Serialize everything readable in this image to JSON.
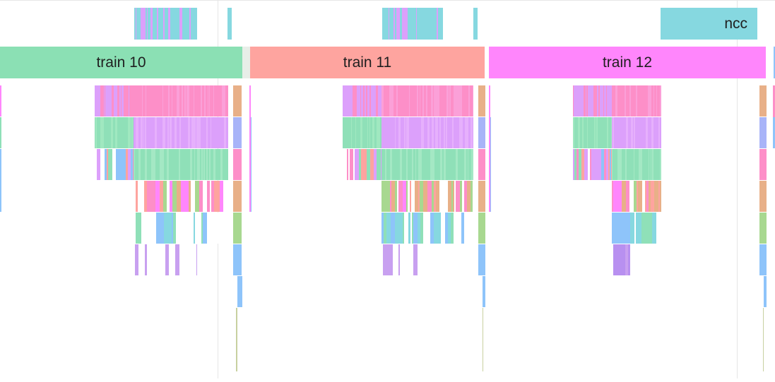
{
  "timeline": {
    "spans": [
      {
        "id": "train-10",
        "label": "train 10",
        "color": "#8be0b4"
      },
      {
        "id": "train-11",
        "label": "train 11",
        "color": "#fea49f"
      },
      {
        "id": "train-12",
        "label": "train 12",
        "color": "#ff86fc"
      },
      {
        "id": "ncc",
        "label": "ncc",
        "color": "#86d8e0"
      }
    ],
    "palette": {
      "teal": "#86d8e0",
      "purple": "#dca0fb",
      "pink": "#fd8fc8",
      "green": "#8fe0b8",
      "salmon": "#fea49f",
      "magenta": "#ff86fc",
      "orange": "#e8b088",
      "lime": "#a8d890",
      "blue": "#8ec4fa",
      "lilac": "#c8a0f0",
      "olive": "#c8d0a0",
      "gridline": "#e6e6e6"
    }
  }
}
